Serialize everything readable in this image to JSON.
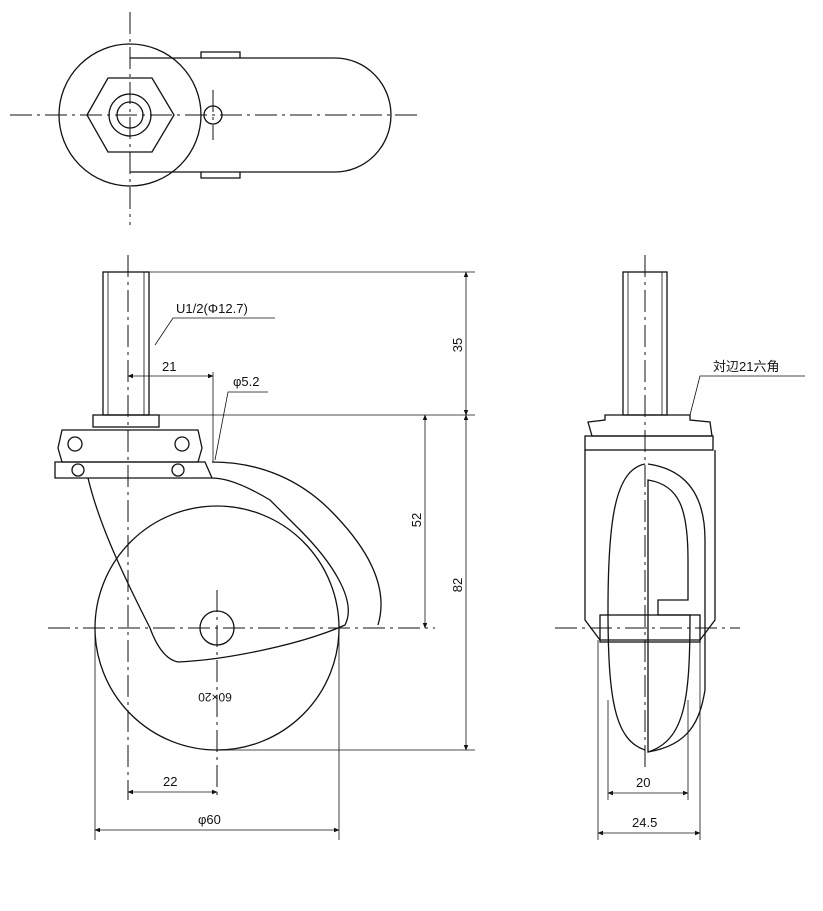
{
  "labels": {
    "thread": "U1/2(Φ12.7)",
    "hole_diameter": "φ5.2",
    "offset_top": "21",
    "height_stem": "35",
    "height_52": "52",
    "height_82": "82",
    "wheel_size": "60×20",
    "offset_bottom": "22",
    "wheel_diameter": "φ60",
    "hex_note": "対辺21六角",
    "tread_width": "20",
    "total_width": "24.5"
  }
}
